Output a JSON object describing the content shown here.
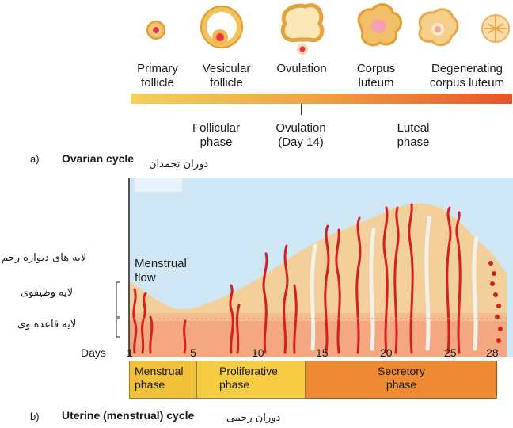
{
  "ovarian": {
    "stages": [
      "Primary\nfollicle",
      "Vesicular\nfollicle",
      "Ovulation",
      "Corpus\nluteum",
      "Degenerating\ncorpus luteum"
    ],
    "phases": {
      "follicular": "Follicular\nphase",
      "ovulation": "Ovulation\n(Day 14)",
      "luteal": "Luteal\nphase"
    },
    "section_letter": "a)",
    "section_title": "Ovarian cycle",
    "section_title_fa": "دوران تخمدان"
  },
  "uterine": {
    "left_labels": {
      "endometrium": "لایه های دیواره رحم",
      "functional": "لایه وظیفوی",
      "basal": "لایه قاعده وی"
    },
    "menstrual_flow": "Menstrual\nflow",
    "days_label": "Days",
    "days": [
      "1",
      "5",
      "10",
      "15",
      "20",
      "25",
      "28"
    ],
    "phases": [
      "Menstrual\nphase",
      "Proliferative\nphase",
      "Secretory\nphase"
    ],
    "section_letter": "b)",
    "section_title": "Uterine (menstrual) cycle",
    "section_title_fa": "دوران رحمی"
  },
  "colors": {
    "gradient_start": "#f2d25a",
    "gradient_end": "#e8532a",
    "endometrium": "#f3cf9a",
    "basal": "#f0a07a",
    "vessel": "#d42020",
    "menstrual_phase": "#f2c13c",
    "proliferative_phase": "#f5cd45",
    "secretory_phase": "#ee8a34"
  }
}
